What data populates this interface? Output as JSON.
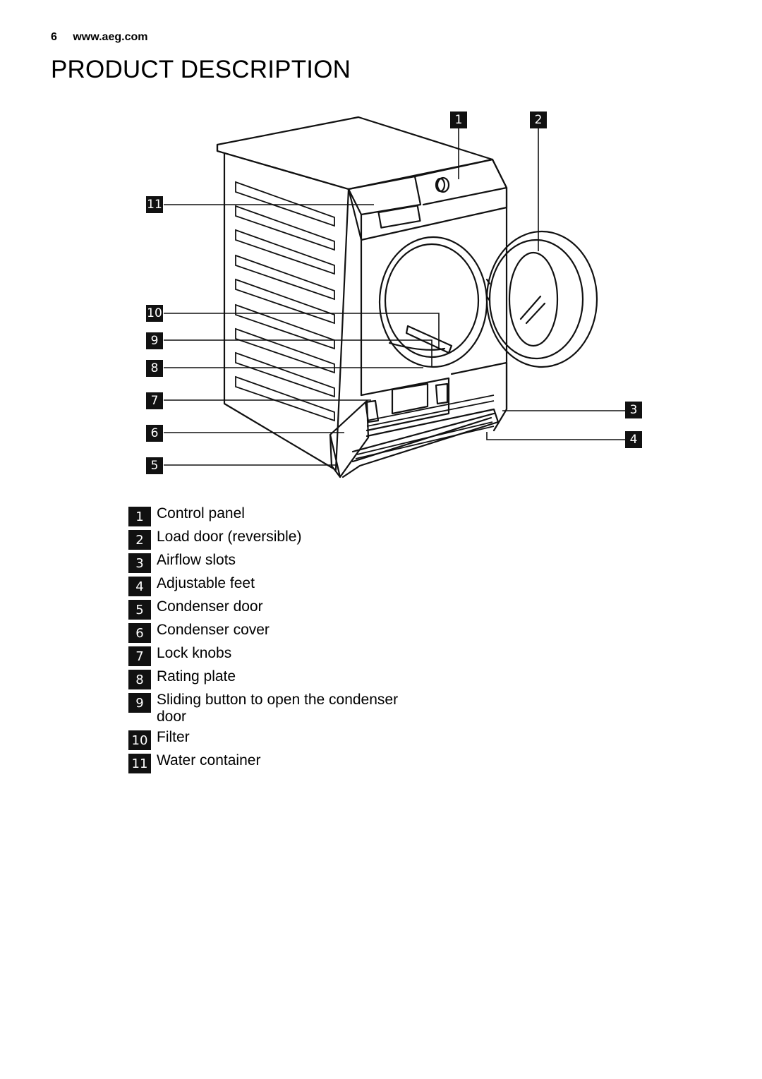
{
  "header": {
    "page_number": "6",
    "website": "www.aeg.com"
  },
  "title": "PRODUCT DESCRIPTION",
  "callouts": [
    "1",
    "2",
    "3",
    "4",
    "5",
    "6",
    "7",
    "8",
    "9",
    "10",
    "11"
  ],
  "legend": [
    {
      "num": "1",
      "label": "Control panel"
    },
    {
      "num": "2",
      "label": "Load door (reversible)"
    },
    {
      "num": "3",
      "label": "Airflow slots"
    },
    {
      "num": "4",
      "label": "Adjustable feet"
    },
    {
      "num": "5",
      "label": "Condenser door"
    },
    {
      "num": "6",
      "label": "Condenser cover"
    },
    {
      "num": "7",
      "label": "Lock knobs"
    },
    {
      "num": "8",
      "label": "Rating plate"
    },
    {
      "num": "9",
      "label": "Sliding button to open the condenser door"
    },
    {
      "num": "10",
      "label": "Filter"
    },
    {
      "num": "11",
      "label": "Water container"
    }
  ]
}
